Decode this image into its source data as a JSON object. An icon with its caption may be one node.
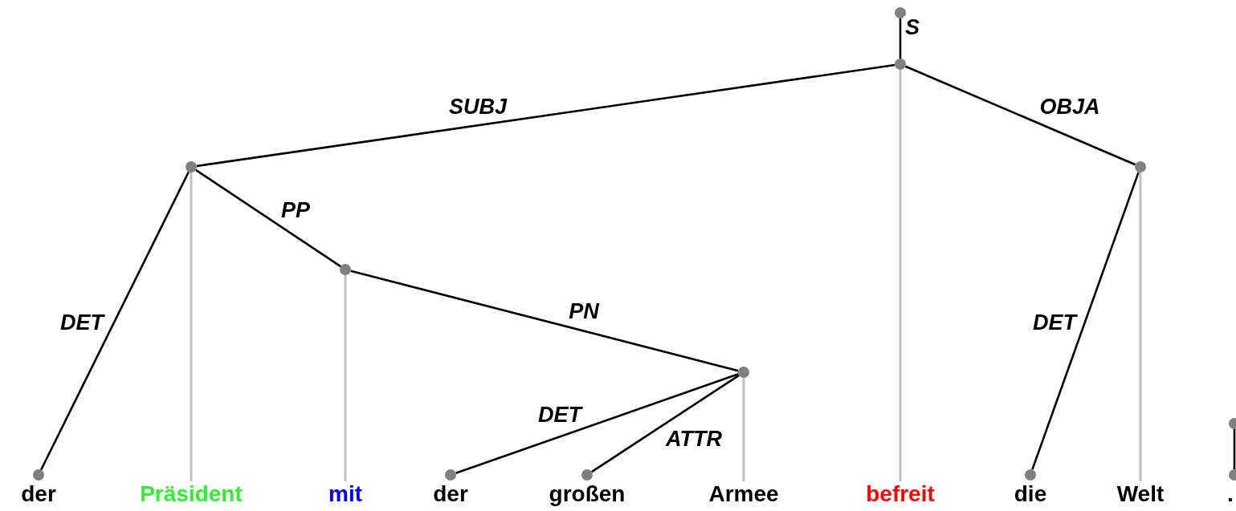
{
  "diagram": {
    "nodes": [
      {
        "text": [],
        "shape": "circle"
      },
      {
        "text": [],
        "shape": "circle"
      },
      {
        "text": [],
        "shape": "circle"
      },
      {
        "text": [],
        "shape": "circle"
      },
      {
        "text": [],
        "shape": "circle"
      },
      {
        "text": [],
        "shape": "circle"
      },
      {
        "text": [],
        "shape": "circle"
      },
      {
        "text": [],
        "shape": "circle"
      },
      {
        "text": [],
        "shape": "circle"
      },
      {
        "text": [],
        "shape": "circle"
      },
      {
        "text": [],
        "shape": "circle"
      },
      {
        "text": [],
        "shape": "circle"
      },
      {
        "text": [
          "der"
        ]
      },
      {
        "text": [
          "Präsident"
        ]
      },
      {
        "text": [
          "mit"
        ]
      },
      {
        "text": [
          "der"
        ]
      },
      {
        "text": [
          "großen"
        ]
      },
      {
        "text": [
          "Armee"
        ]
      },
      {
        "text": [
          "befreit"
        ]
      },
      {
        "text": [
          "die"
        ]
      },
      {
        "text": [
          "Welt"
        ]
      },
      {
        "text": [
          "."
        ]
      }
    ],
    "edges": [
      {
        "from": 0,
        "to": 1,
        "arrow": "none",
        "label": "S"
      },
      {
        "from": 1,
        "to": 2,
        "arrow": "none",
        "label": "SUBJ"
      },
      {
        "from": 1,
        "to": 3,
        "arrow": "none",
        "label": "OBJA"
      },
      {
        "from": 2,
        "to": 7,
        "arrow": "none",
        "label": "DET"
      },
      {
        "from": 2,
        "to": 4,
        "arrow": "none",
        "label": "PP"
      },
      {
        "from": 4,
        "to": 5,
        "arrow": "none",
        "label": "PN"
      },
      {
        "from": 5,
        "to": 8,
        "arrow": "none",
        "label": "DET"
      },
      {
        "from": 5,
        "to": 9,
        "arrow": "none",
        "label": "ATTR"
      },
      {
        "from": 3,
        "to": 10,
        "arrow": "none",
        "label": "DET"
      },
      {
        "from": 6,
        "to": 11,
        "arrow": "none"
      },
      {
        "from": 2,
        "to": 13,
        "arrow": "none",
        "color": "#c0c0c0"
      },
      {
        "from": 4,
        "to": 14,
        "arrow": "none",
        "color": "#c0c0c0"
      },
      {
        "from": 5,
        "to": 17,
        "arrow": "none",
        "color": "#c0c0c0"
      },
      {
        "from": 1,
        "to": 18,
        "arrow": "none",
        "color": "#c0c0c0"
      },
      {
        "from": 3,
        "to": 20,
        "arrow": "none",
        "color": "#c0c0c0"
      }
    ]
  }
}
